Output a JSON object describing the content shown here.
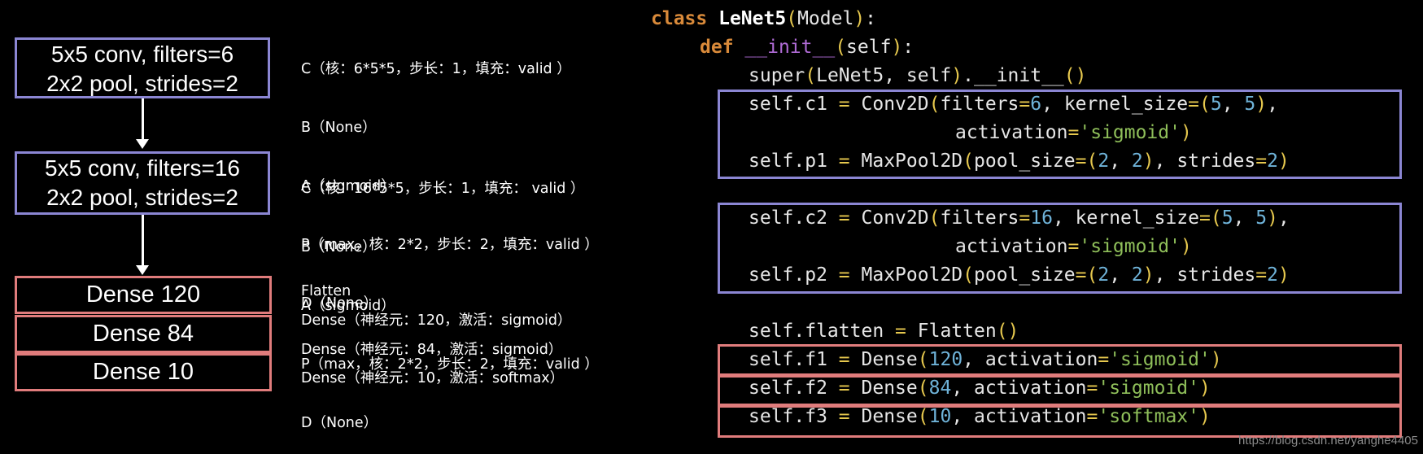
{
  "diagram": {
    "conv1": {
      "line1": "5x5 conv, filters=6",
      "line2": "2x2 pool, strides=2"
    },
    "conv2": {
      "line1": "5x5 conv, filters=16",
      "line2": "2x2 pool, strides=2"
    },
    "dense": [
      "Dense 120",
      "Dense 84",
      "Dense 10"
    ]
  },
  "annotations": {
    "block1": [
      "C（核：6*5*5，步长：1，填充：valid ）",
      "B（None）",
      "A（sigmoid）",
      "P（max，核：2*2，步长：2，填充：valid ）",
      "D（None）"
    ],
    "block2": [
      "C（核：16*5*5，步长：1，填充： valid ）",
      "B（None）",
      "A（sigmoid）",
      "P（max，核：2*2，步长：2，填充：valid ）",
      "D（None）"
    ],
    "block3": [
      "Flatten",
      "Dense（神经元：120，激活：sigmoid）",
      "Dense（神经元：84，激活：sigmoid）",
      "Dense（神经元：10，激活：softmax）"
    ]
  },
  "code": {
    "class_kw": "class",
    "class_name": "LeNet5",
    "base": "Model",
    "def_kw": "def",
    "init_name": "__init__",
    "self": "self",
    "super_call": "super",
    "c1_lhs": "self.c1",
    "c1_call": "Conv2D",
    "c1_filters": "6",
    "c2_lhs": "self.c2",
    "c2_filters": "16",
    "p1_lhs": "self.p1",
    "p2_lhs": "self.p2",
    "pool_call": "MaxPool2D",
    "flatten_lhs": "self.flatten",
    "flatten_call": "Flatten",
    "f1_lhs": "self.f1",
    "f2_lhs": "self.f2",
    "f3_lhs": "self.f3",
    "dense_call": "Dense",
    "f1_units": "120",
    "f2_units": "84",
    "f3_units": "10",
    "act_sigmoid": "'sigmoid'",
    "act_softmax": "'softmax'"
  },
  "watermark": "https://blog.csdn.net/yanghe4405"
}
